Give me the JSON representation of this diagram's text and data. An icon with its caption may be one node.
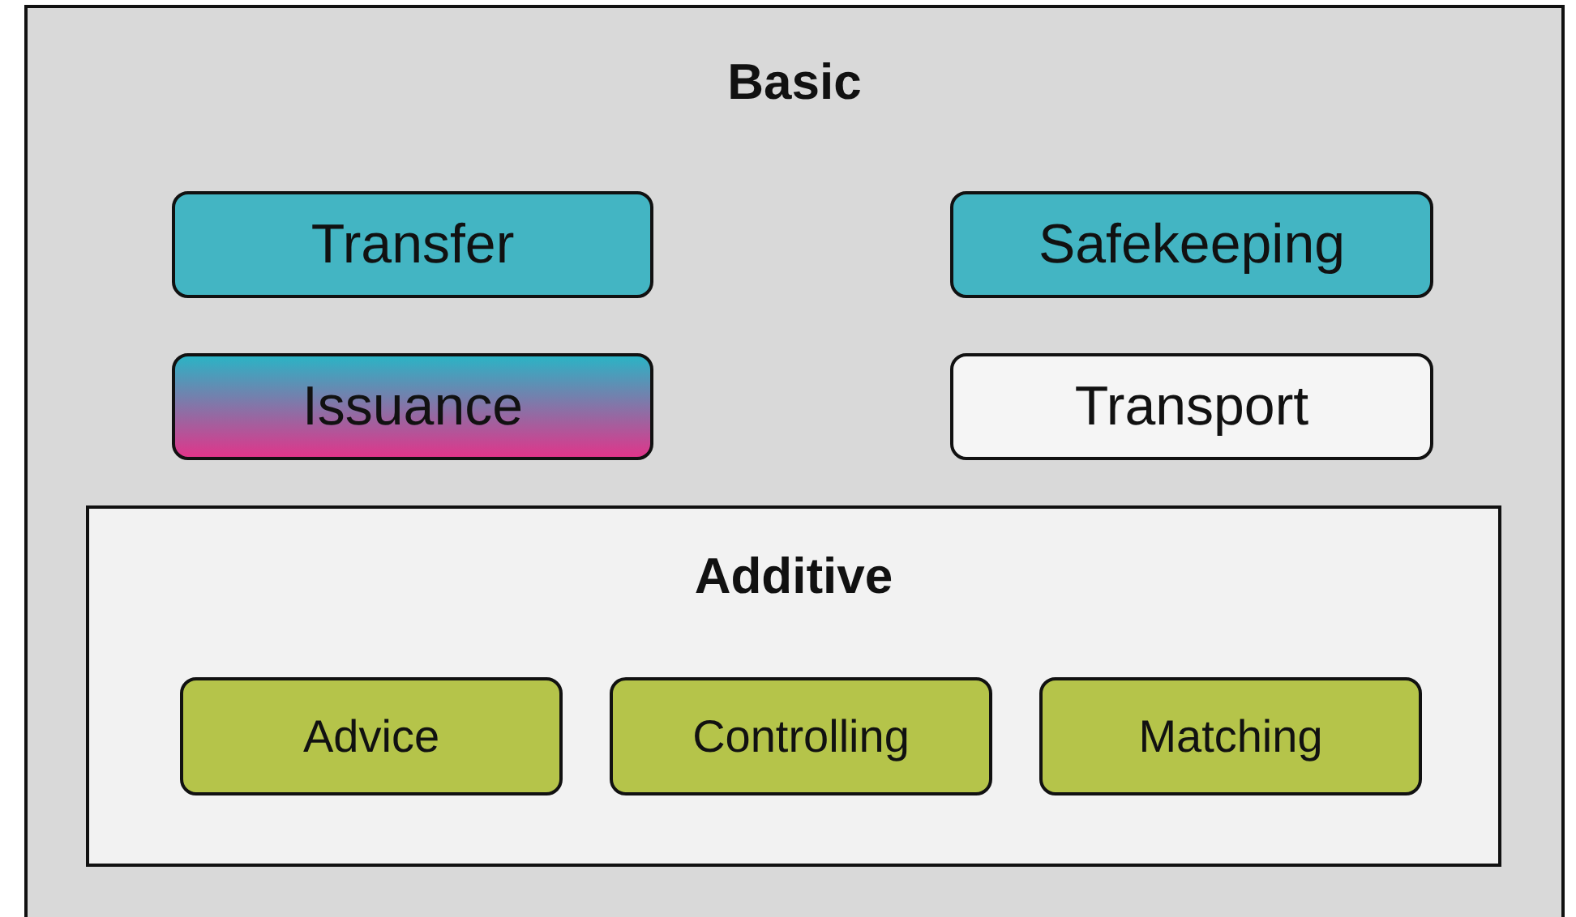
{
  "diagram": {
    "nodes": [
      {
        "text": [
          "Basic"
        ]
      },
      {
        "text": [
          "Transfer"
        ],
        "in": 0
      },
      {
        "text": [
          "Safekeeping"
        ],
        "in": 0
      },
      {
        "text": [
          "Issuance"
        ],
        "in": 0
      },
      {
        "text": [
          "Transport"
        ],
        "in": 0
      },
      {
        "text": [
          "Additive"
        ],
        "in": 0
      },
      {
        "text": [
          "Advice"
        ],
        "in": 5
      },
      {
        "text": [
          "Controlling"
        ],
        "in": 5
      },
      {
        "text": [
          "Matching"
        ],
        "in": 5
      }
    ]
  }
}
